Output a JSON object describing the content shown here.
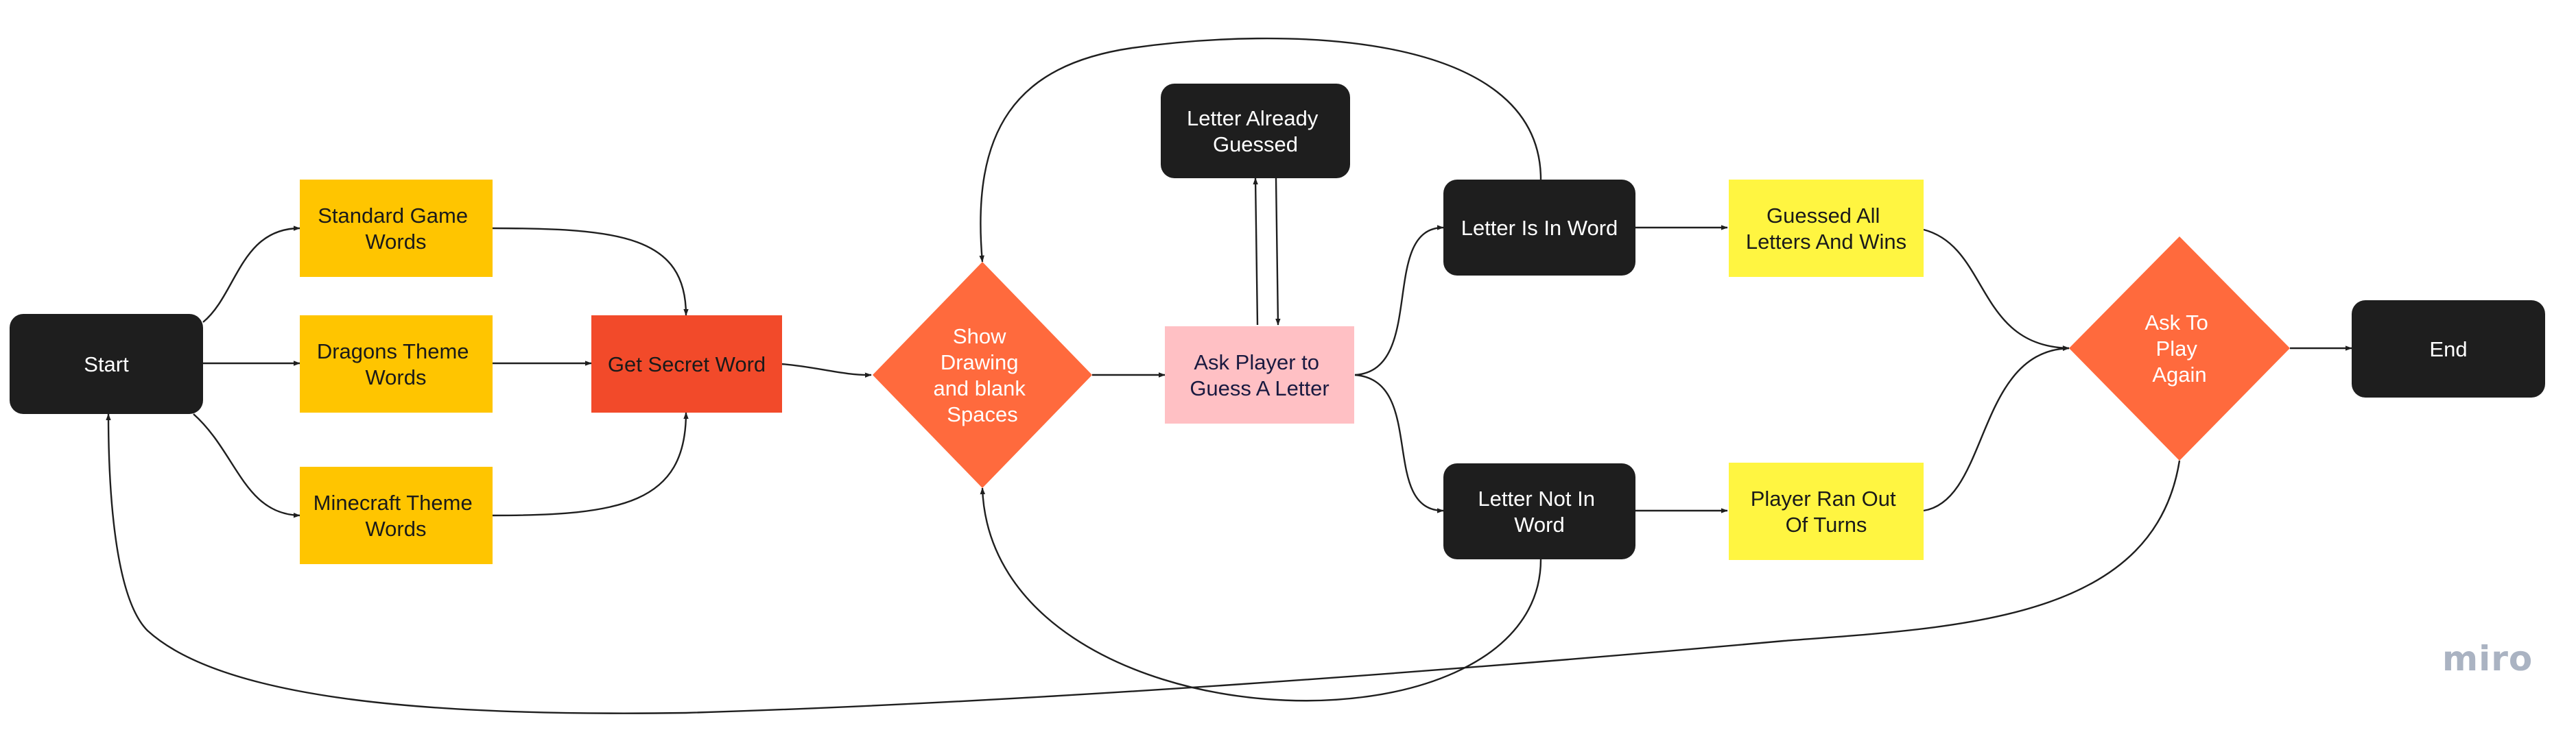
{
  "diagram": {
    "nodes": {
      "start": {
        "label": [
          "Start"
        ],
        "shape": "rounded-rect",
        "fill": "#1e1e1e",
        "text_color": "#ffffff"
      },
      "standard_words": {
        "label": [
          "Standard Game",
          "Words"
        ],
        "shape": "rect",
        "fill": "#ffc500",
        "text_color": "#1a1a1a"
      },
      "dragons_words": {
        "label": [
          "Dragons Theme",
          "Words"
        ],
        "shape": "rect",
        "fill": "#ffc500",
        "text_color": "#1a1a1a"
      },
      "minecraft_words": {
        "label": [
          "Minecraft Theme",
          "Words"
        ],
        "shape": "rect",
        "fill": "#ffc500",
        "text_color": "#1a1a1a"
      },
      "get_secret_word": {
        "label": [
          "Get Secret Word"
        ],
        "shape": "rect",
        "fill": "#f24a2a",
        "text_color": "#1a1a1a"
      },
      "show_drawing": {
        "label": [
          "Show",
          "Drawing",
          "and blank",
          "Spaces"
        ],
        "shape": "diamond",
        "fill": "#ff6a3d",
        "text_color": "#ffffff"
      },
      "ask_guess": {
        "label": [
          "Ask Player to",
          "Guess A Letter"
        ],
        "shape": "rect",
        "fill": "#ffc0c4",
        "text_color": "#1a1a40"
      },
      "already_guessed": {
        "label": [
          "Letter Already",
          "Guessed"
        ],
        "shape": "rounded-rect",
        "fill": "#1e1e1e",
        "text_color": "#ffffff"
      },
      "in_word": {
        "label": [
          "Letter Is In Word"
        ],
        "shape": "rounded-rect",
        "fill": "#1e1e1e",
        "text_color": "#ffffff"
      },
      "not_in_word": {
        "label": [
          "Letter Not In",
          "Word"
        ],
        "shape": "rounded-rect",
        "fill": "#1e1e1e",
        "text_color": "#ffffff"
      },
      "guessed_all": {
        "label": [
          "Guessed All",
          "Letters And Wins"
        ],
        "shape": "rect",
        "fill": "#fff541",
        "text_color": "#1a1a1a"
      },
      "ran_out": {
        "label": [
          "Player Ran Out",
          "Of Turns"
        ],
        "shape": "rect",
        "fill": "#fff541",
        "text_color": "#1a1a1a"
      },
      "play_again": {
        "label": [
          "Ask To",
          "Play",
          "Again"
        ],
        "shape": "diamond",
        "fill": "#ff6a3d",
        "text_color": "#ffffff"
      },
      "end": {
        "label": [
          "End"
        ],
        "shape": "rounded-rect",
        "fill": "#1e1e1e",
        "text_color": "#ffffff"
      }
    },
    "edges": [
      {
        "from": "start",
        "to": "standard_words"
      },
      {
        "from": "start",
        "to": "dragons_words"
      },
      {
        "from": "start",
        "to": "minecraft_words"
      },
      {
        "from": "standard_words",
        "to": "get_secret_word"
      },
      {
        "from": "dragons_words",
        "to": "get_secret_word"
      },
      {
        "from": "minecraft_words",
        "to": "get_secret_word"
      },
      {
        "from": "get_secret_word",
        "to": "show_drawing"
      },
      {
        "from": "show_drawing",
        "to": "ask_guess"
      },
      {
        "from": "ask_guess",
        "to": "already_guessed"
      },
      {
        "from": "already_guessed",
        "to": "ask_guess"
      },
      {
        "from": "ask_guess",
        "to": "in_word"
      },
      {
        "from": "ask_guess",
        "to": "not_in_word"
      },
      {
        "from": "in_word",
        "to": "show_drawing"
      },
      {
        "from": "not_in_word",
        "to": "show_drawing"
      },
      {
        "from": "in_word",
        "to": "guessed_all"
      },
      {
        "from": "not_in_word",
        "to": "ran_out"
      },
      {
        "from": "guessed_all",
        "to": "play_again"
      },
      {
        "from": "ran_out",
        "to": "play_again"
      },
      {
        "from": "play_again",
        "to": "end"
      },
      {
        "from": "play_again",
        "to": "start"
      }
    ],
    "line_color": "#1f1f1f"
  },
  "watermark": {
    "text": "miro",
    "color": "#aab3c2"
  }
}
